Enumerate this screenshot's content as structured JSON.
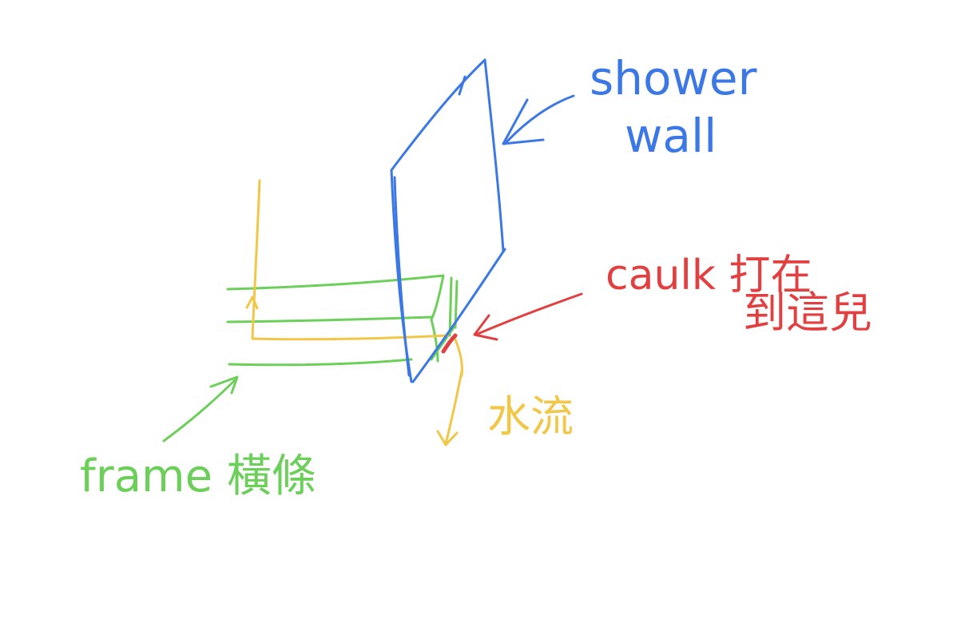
{
  "colors": {
    "wall": "#3b78e6",
    "frame": "#6ccf5a",
    "caulk": "#e24040",
    "water": "#f2c646",
    "background": "#ffffff"
  },
  "labels": {
    "shower_line1": "shower",
    "shower_line2": "wall",
    "caulk_line1": "caulk 打在",
    "caulk_line2": "到這兒",
    "water": "水流",
    "frame": "frame 橫條"
  }
}
